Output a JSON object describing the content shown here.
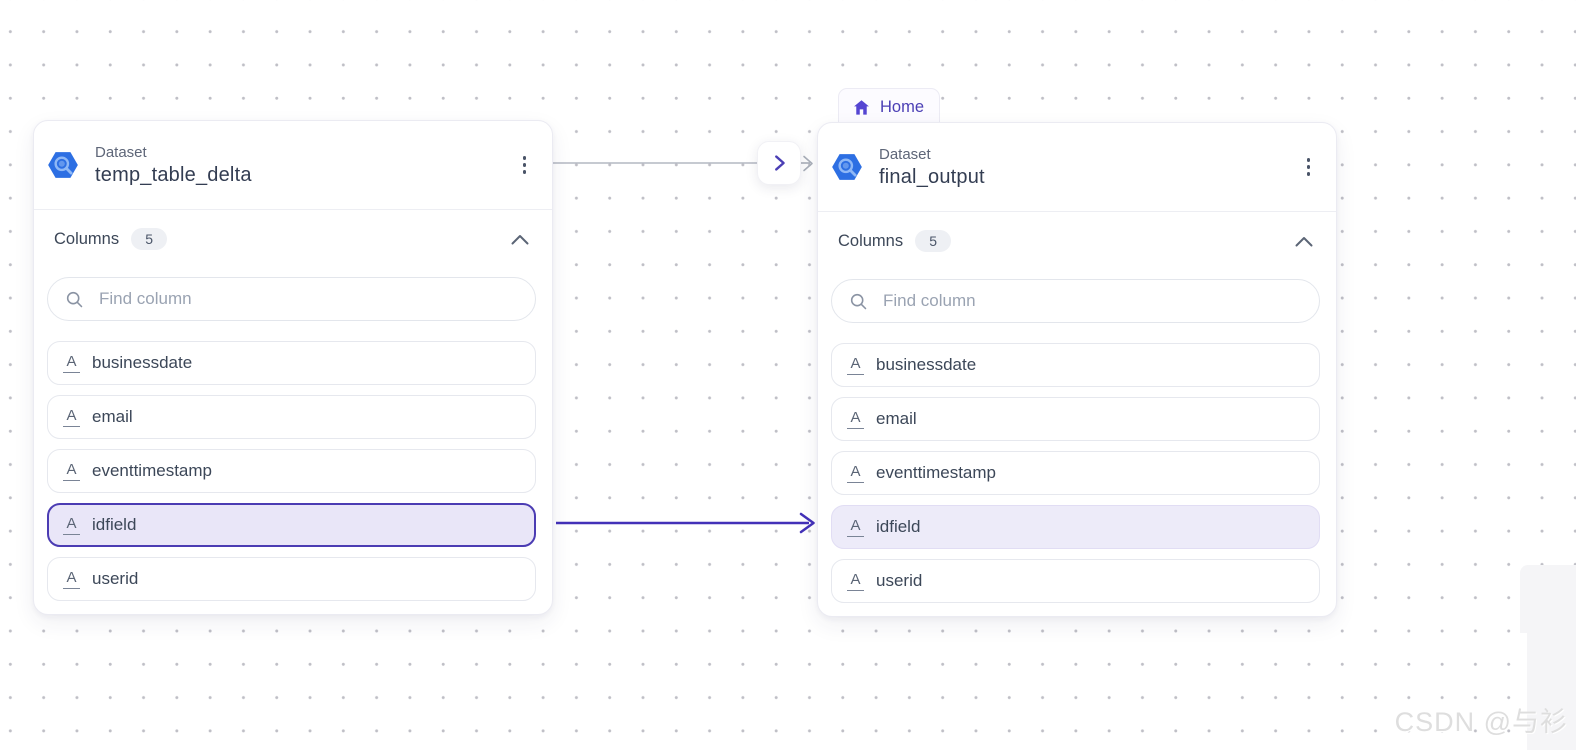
{
  "watermark": {
    "text": "CSDN @与衫"
  },
  "home_badge": {
    "label": "Home"
  },
  "colors": {
    "accent_purple": "#4b3fb5",
    "edge_purple": "#4331b8",
    "edge_gray": "#b4b8c2",
    "selected_row_bg": "#e9e6f8",
    "dataset_icon_blue": "#2d6fe3"
  },
  "cards": [
    {
      "type_label": "Dataset",
      "title": "temp_table_delta",
      "columns_label": "Columns",
      "columns_count": "5",
      "search_placeholder": "Find column",
      "columns": [
        {
          "name": "businessdate",
          "type": "string",
          "selected": false
        },
        {
          "name": "email",
          "type": "string",
          "selected": false
        },
        {
          "name": "eventtimestamp",
          "type": "string",
          "selected": false
        },
        {
          "name": "idfield",
          "type": "string",
          "selected": true
        },
        {
          "name": "userid",
          "type": "string",
          "selected": false
        }
      ]
    },
    {
      "type_label": "Dataset",
      "title": "final_output",
      "columns_label": "Columns",
      "columns_count": "5",
      "search_placeholder": "Find column",
      "columns": [
        {
          "name": "businessdate",
          "type": "string",
          "selected": false
        },
        {
          "name": "email",
          "type": "string",
          "selected": false
        },
        {
          "name": "eventtimestamp",
          "type": "string",
          "selected": false
        },
        {
          "name": "idfield",
          "type": "string",
          "selected": true
        },
        {
          "name": "userid",
          "type": "string",
          "selected": false
        }
      ]
    }
  ]
}
